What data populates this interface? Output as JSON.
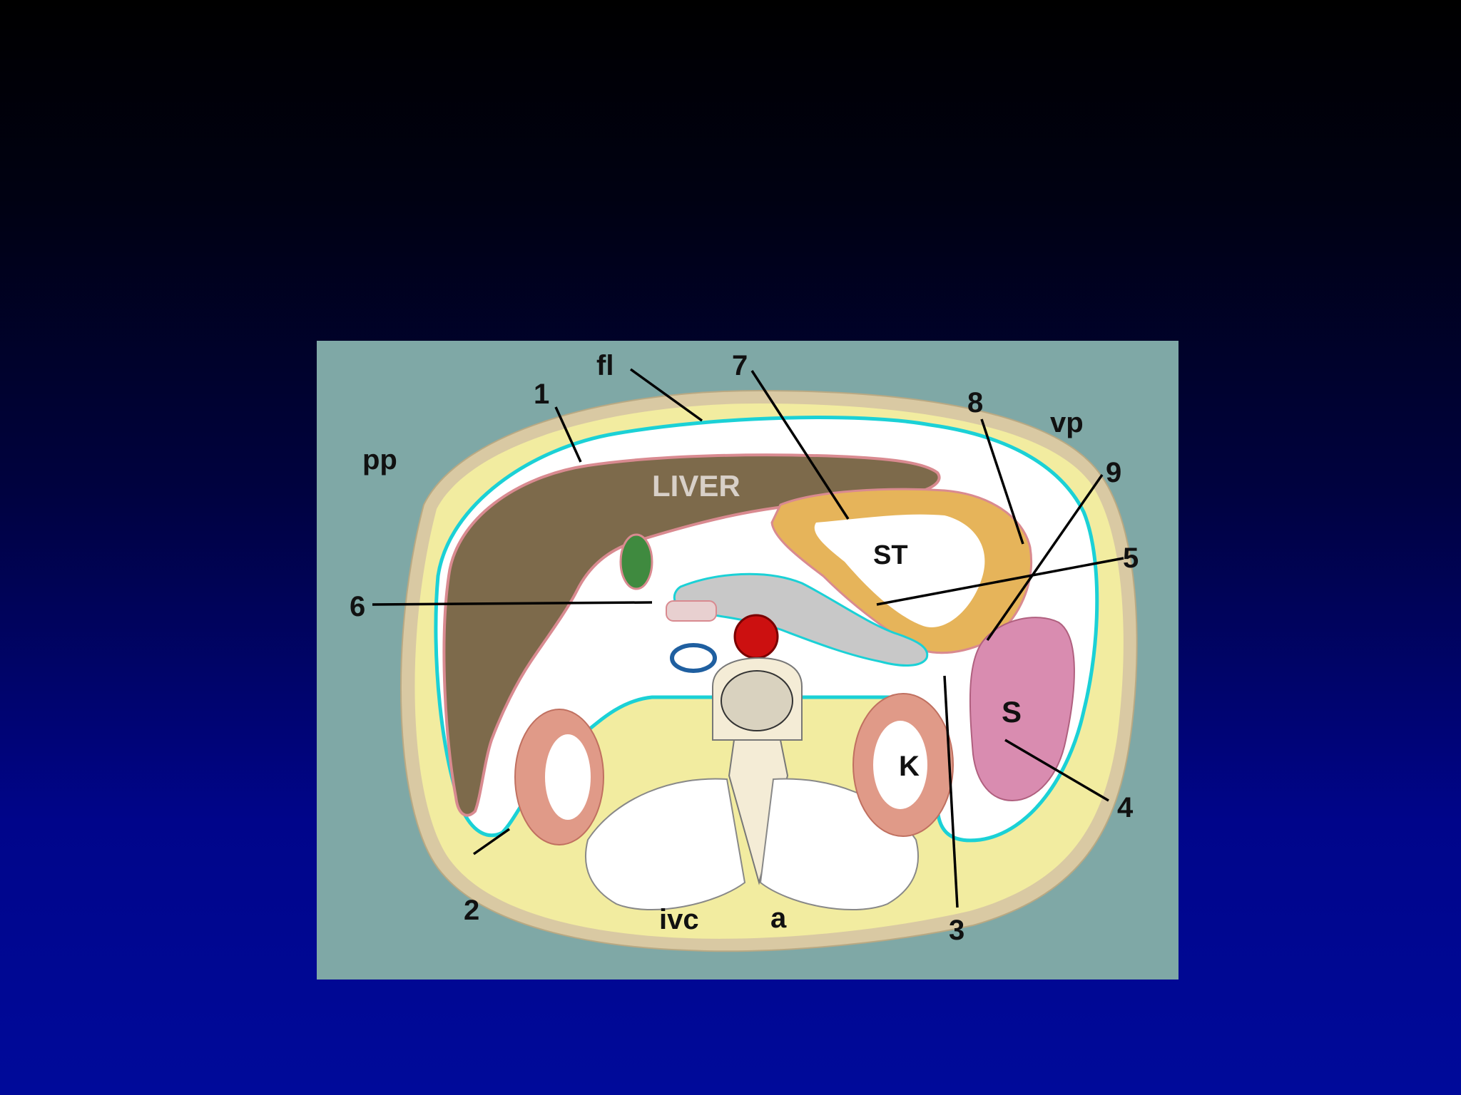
{
  "colors": {
    "panel": "#7fa8a6",
    "skin": "#d9c9a3",
    "fat": "#f2eca0",
    "peritoneum": "#1bd1d6",
    "liver": "#7d6a4b",
    "liver_capsule": "#d98a90",
    "stomach": "#e6b45a",
    "spleen": "#d98cb0",
    "kidney": "#e09a88",
    "aorta": "#cc1010",
    "pancreas": "#c8c8c8",
    "gallbladder": "#3f8a3f",
    "bone": "#f4ecd6"
  },
  "labels": {
    "liver": "LIVER",
    "stomach": "ST",
    "spleen": "S",
    "kidney": "K",
    "ivc": "ivc",
    "aorta": "a",
    "pp": "pp",
    "vp": "vp",
    "fl": "fl",
    "n1": "1",
    "n2": "2",
    "n3": "3",
    "n4": "4",
    "n5": "5",
    "n6": "6",
    "n7": "7",
    "n8": "8",
    "n9": "9"
  }
}
